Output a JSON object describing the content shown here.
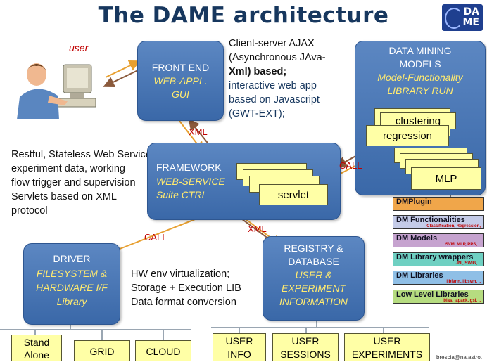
{
  "title": "The DAME architecture",
  "logo": {
    "line1": "DA",
    "line2": "ME"
  },
  "user_label": "user",
  "front_end": {
    "name": "FRONT END",
    "lines": [
      "WEB-APPL.",
      "GUI"
    ]
  },
  "ajax_note": {
    "black_lines": [
      "Client-server AJAX",
      "(Asynchronous JAva-",
      "Xml) based;"
    ],
    "blue_lines": [
      "interactive web  app",
      "based on Javascript",
      "(GWT-EXT);"
    ]
  },
  "dm_models": {
    "lines": [
      "DATA MINING",
      "MODELS"
    ],
    "italic_lines": [
      "Model-Functionality",
      "LIBRARY RUN"
    ]
  },
  "dm_cards": {
    "clustering": "clustering",
    "regression": "regression",
    "mlp": "MLP"
  },
  "framework": {
    "name": "FRAMEWORK",
    "lines": [
      "WEB-SERVICE",
      "Suite CTRL"
    ],
    "servlet": "servlet"
  },
  "restful_note": {
    "lines": [
      "Restful, Stateless Web Service",
      "experiment data, working",
      "flow trigger and supervision",
      "Servlets based on XML",
      "protocol"
    ]
  },
  "driver": {
    "name": "DRIVER",
    "lines": [
      "FILESYSTEM &",
      "HARDWARE I/F",
      "Library"
    ]
  },
  "hw_note": {
    "lines": [
      "HW env virtualization;",
      "Storage + Execution LIB",
      "Data format conversion"
    ]
  },
  "registry": {
    "lines": [
      "REGISTRY &",
      "DATABASE"
    ],
    "italic_lines": [
      "USER &",
      "EXPERIMENT",
      "INFORMATION"
    ]
  },
  "arrow_labels": {
    "xml1": "XML",
    "xml2": "XML",
    "call1": "CALL",
    "call2": "CALL"
  },
  "storage": {
    "stand_alone": [
      "Stand",
      "Alone"
    ],
    "grid": "GRID",
    "cloud": "CLOUD"
  },
  "user_data": {
    "info": [
      "USER",
      "INFO"
    ],
    "sessions": [
      "USER",
      "SESSIONS"
    ],
    "experiments": [
      "USER",
      "EXPERIMENTS"
    ]
  },
  "footer_credit": "brescia@na.astro.",
  "stack_layers": [
    {
      "label": "DMPlugin",
      "sub": "",
      "color": "#f0a64a"
    },
    {
      "label": "DM Functionalities",
      "sub": "Classification, Regression,",
      "color": "#c4cbe8"
    },
    {
      "label": "DM Models",
      "sub": "SVM, MLP, PPS, ..",
      "color": "#c6a3cf"
    },
    {
      "label": "DM Library wrappers",
      "sub": "JNI, SWIG, ..",
      "color": "#6fd0c2"
    },
    {
      "label": "DM Libraries",
      "sub": "libfann, libsvm, ..",
      "color": "#8fbfe6"
    },
    {
      "label": "Low Level Libraries",
      "sub": "blas, lapack, gsl, ..",
      "color": "#b6dc80"
    }
  ],
  "colors": {
    "box": "#4a77b6",
    "italic_text": "#ffea70",
    "card": "#ffffa6",
    "arrow_orange": "#e8a030",
    "arrow_brown": "#8b5a3c"
  }
}
